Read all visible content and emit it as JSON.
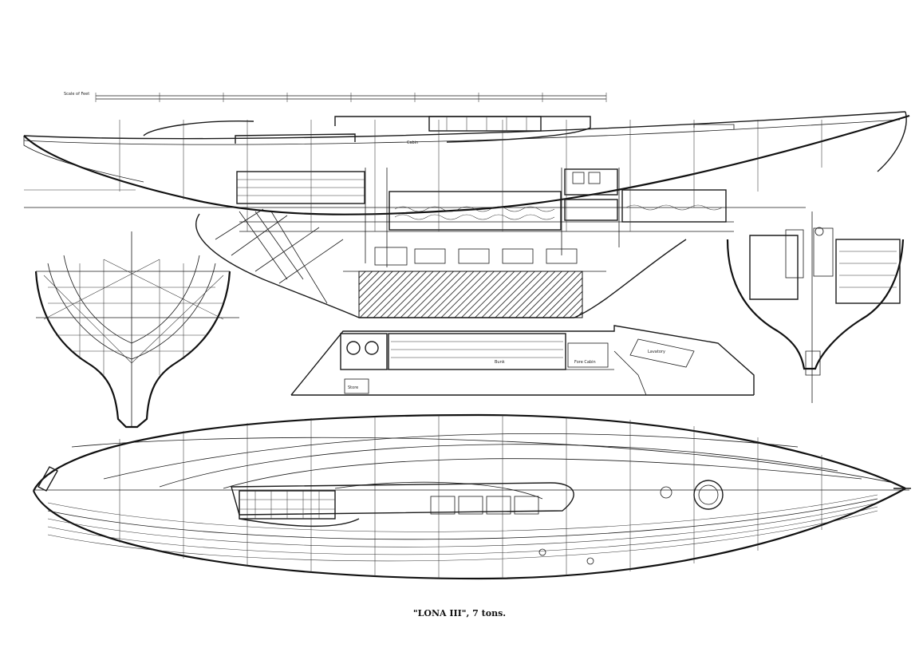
{
  "caption": "\"LONA III\", 7 tons.",
  "scale_label": "Scale of Feet",
  "profile": {
    "label_cabin": "Cabin"
  },
  "labels": {
    "fore_cabin": "Fore Cabin",
    "lavatory": "Lavatory",
    "store": "Store",
    "bunk": "Bunk"
  }
}
